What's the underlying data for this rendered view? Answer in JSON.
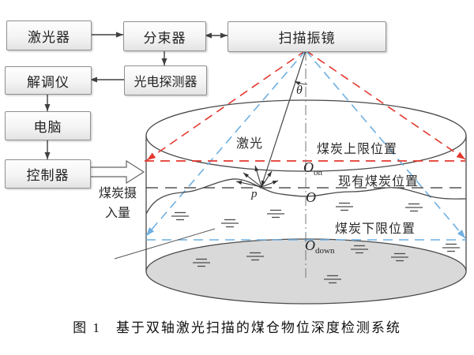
{
  "flowchart": {
    "laser": "激光器",
    "beam_splitter": "分束器",
    "galvanometer": "扫描振镜",
    "demodulator": "解调仪",
    "photodetector": "光电探测器",
    "computer": "电脑",
    "controller": "控制器",
    "coal_intake_line1": "煤炭摄",
    "coal_intake_line2": "入量"
  },
  "bunker": {
    "laser_label": "激光",
    "upper_limit": "煤炭上限位置",
    "current_level": "现有煤炭位置",
    "lower_limit": "煤炭下限位置",
    "o_on_main": "O",
    "o_on_sub": "on",
    "o_main": "O",
    "o_down_main": "O",
    "o_down_sub": "down",
    "point_p": "p",
    "theta": "θ"
  },
  "caption": "图 1　基于双轴激光扫描的煤仓物位深度检测系统",
  "colors": {
    "upper_limit_red": "#e3392f",
    "lower_limit_blue": "#6fb0e2",
    "bunker_base_gray": "#d9d9d9",
    "line_dark": "#4a4a4a"
  }
}
